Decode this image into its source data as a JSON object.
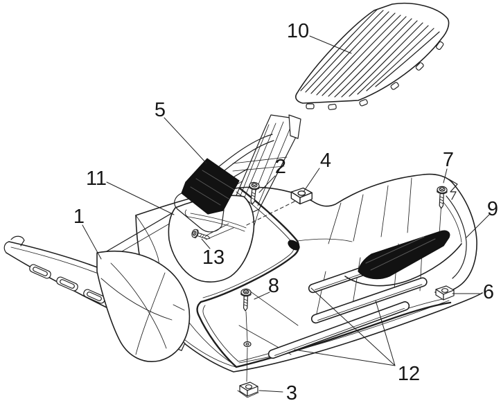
{
  "diagram": {
    "type": "exploded-parts-diagram",
    "background": "#ffffff",
    "line_color": "#1f1f1f",
    "pad_color": "#121212",
    "callouts": [
      {
        "number": "1"
      },
      {
        "number": "2"
      },
      {
        "number": "3"
      },
      {
        "number": "4"
      },
      {
        "number": "5"
      },
      {
        "number": "6"
      },
      {
        "number": "7"
      },
      {
        "number": "8"
      },
      {
        "number": "9"
      },
      {
        "number": "10"
      },
      {
        "number": "11"
      },
      {
        "number": "12"
      },
      {
        "number": "13"
      }
    ]
  }
}
